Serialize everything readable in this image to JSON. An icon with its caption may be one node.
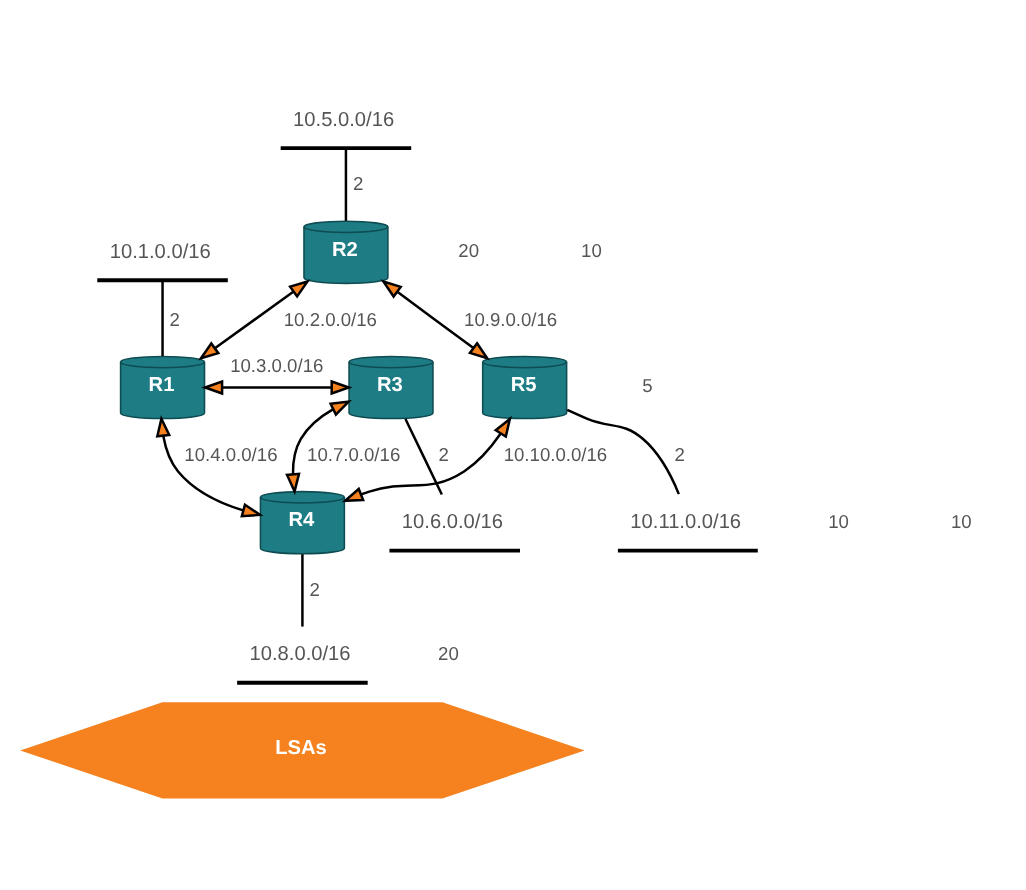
{
  "diagram": {
    "nodes": [
      {
        "text": [
          "10.5.0.0/16"
        ]
      },
      {
        "text": [
          "R2"
        ]
      },
      {
        "text": [
          "10.1.0.0/16"
        ]
      },
      {
        "text": [
          "R1"
        ]
      },
      {
        "text": [
          "R3"
        ]
      },
      {
        "text": [
          "10.6.0.0/16"
        ]
      },
      {
        "text": [
          "R5"
        ]
      },
      {
        "text": [
          "10.11.0.0/16"
        ]
      },
      {
        "text": [
          "R4"
        ]
      },
      {
        "text": [
          "10.8.0.0/16"
        ]
      },
      {
        "text": [
          "LSAs"
        ]
      }
    ],
    "edges": [
      {
        "from": 0,
        "to": 1,
        "arrow": "none",
        "label": "2"
      },
      {
        "from": 2,
        "to": 3,
        "arrow": "none",
        "label": "2"
      },
      {
        "from": 1,
        "to": 3,
        "arrow": "both",
        "label": "10.2.0.0/16"
      },
      {
        "from": 1,
        "to": 6,
        "arrow": "both",
        "label": "10.9.0.0/16"
      },
      {
        "from": 3,
        "to": 4,
        "arrow": "both",
        "label": "10.3.0.0/16"
      },
      {
        "from": 4,
        "to": 5,
        "arrow": "none",
        "label": "2"
      },
      {
        "from": 6,
        "to": 7,
        "arrow": "none",
        "label": "2"
      },
      {
        "from": 3,
        "to": 8,
        "arrow": "both",
        "label": "10.4.0.0/16"
      },
      {
        "from": 4,
        "to": 8,
        "arrow": "both",
        "label": "10.7.0.0/16"
      },
      {
        "from": 6,
        "to": 8,
        "arrow": "both",
        "label": "10.10.0.0/16"
      },
      {
        "from": 8,
        "to": 9,
        "arrow": "none",
        "label": "2"
      }
    ],
    "labels": [
      "20",
      "10",
      "5",
      "10",
      "10",
      "20"
    ]
  }
}
